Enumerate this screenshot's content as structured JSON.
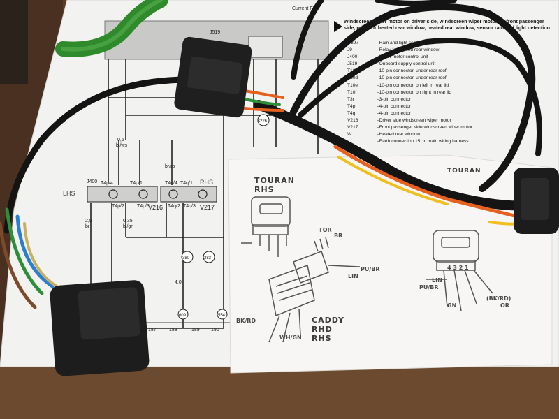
{
  "legend": {
    "title": "Windscreen wiper motor on driver side, windscreen wiper motor on front passenger side, relay for heated rear window, heated rear window, sensor rain and light detection",
    "items": [
      {
        "code": "G397",
        "desc": "–Rain and light sensor"
      },
      {
        "code": "J9",
        "desc": "–Relay for heated rear window"
      },
      {
        "code": "J400",
        "desc": "–Wiper motor control unit"
      },
      {
        "code": "J519",
        "desc": "–Onboard supply control unit"
      },
      {
        "code": "T10",
        "desc": "–10-pin connector, under rear roof"
      },
      {
        "code": "T10d",
        "desc": "–10-pin connector, under rear roof"
      },
      {
        "code": "T10e",
        "desc": "–10-pin connector, on left in rear lid"
      },
      {
        "code": "T10f",
        "desc": "–10-pin connector, on right in rear lid"
      },
      {
        "code": "T3r",
        "desc": "–3-pin connector"
      },
      {
        "code": "T4p",
        "desc": "–4-pin connector"
      },
      {
        "code": "T4q",
        "desc": "–4-pin connector"
      },
      {
        "code": "V216",
        "desc": "–Driver side windscreen wiper motor"
      },
      {
        "code": "V217",
        "desc": "–Front passenger side windscreen wiper motor"
      },
      {
        "code": "W",
        "desc": "–Heated rear window"
      },
      {
        "code": "",
        "desc": "–Earth connection 15, in main wiring harness"
      }
    ]
  },
  "diagram": {
    "j519": "J519",
    "j400": "J400",
    "v216": "V216",
    "v217": "V217",
    "lhs": "LHS",
    "rhs": "RHS",
    "t4p1": "T4p/1",
    "t4p4": "T4p/4",
    "t4p2": "T4p/2",
    "t4p3": "T4p/3",
    "t4q1": "T4q/1",
    "t4q4": "T4q/4",
    "t4q2": "T4q/2",
    "t4q3": "T4q/3",
    "w1": "0,5",
    "w2": "2,5",
    "w3": "0,35",
    "w4": "4,0",
    "c1": "br",
    "c2": "bl/ws",
    "c3": "br/ro",
    "c4": "bl/gn",
    "ref1": "380",
    "ref2": "383",
    "ref3": "609",
    "ref4": "554",
    "ref5": "S226",
    "pg1": "187",
    "pg2": "188",
    "pg3": "189",
    "pg4": "190",
    "header_right": "Current Fl..."
  },
  "notes": {
    "touran": "TOURAN RHS",
    "caddy": "CADDY RHD RHS",
    "touran2": "TOURAN",
    "or": "+OR",
    "br": "BR",
    "lin": "LIN",
    "pu_br": "PU/BR",
    "pu_br2": "PU/BR",
    "wh_gn": "WH/GN",
    "bk_rd": "BK/RD",
    "gn": "GN",
    "lin2": "LIN",
    "bk_rd2": "(BK/RD)",
    "or2": "OR",
    "pins": "4 3 2 1"
  },
  "colors": {
    "paper": "#f4f4f2",
    "note_paper": "#f6f5f3",
    "table": "#5a3c24",
    "cable": "#151515",
    "orange": "#e6601e",
    "green_tube": "#2f8a2c"
  }
}
